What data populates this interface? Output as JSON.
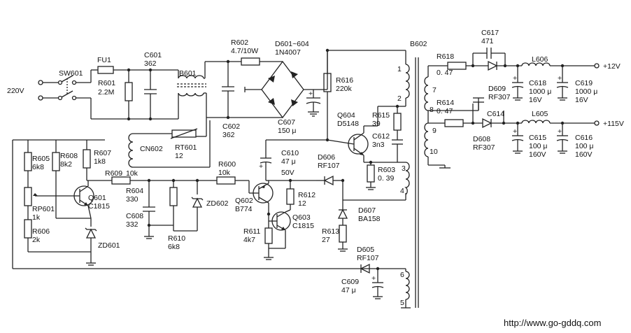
{
  "components": {
    "sw601": "SW601",
    "fu1": "FU1",
    "r601": "R601",
    "r601_v": "2.2M",
    "c601": "C601",
    "c601_v": "362",
    "b601": "B601",
    "r602": "R602",
    "r602_v": "4.7/10W",
    "d601_604": "D601~604",
    "d601_604_v": "1N4007",
    "c607": "C607",
    "c607_v": "150 μ",
    "c602": "C602",
    "c602_v": "362",
    "rt601": "RT601",
    "rt601_v": "12",
    "cn602": "CN602",
    "r605": "R605",
    "r605_v": "6k8",
    "r608": "R608",
    "r608_v": "8k2",
    "r607": "R607",
    "r607_v": "1k8",
    "r609": "R609",
    "r609_v": "10k",
    "q601": "Q601",
    "q601_v": "C1815",
    "rp601": "RP601",
    "rp601_v": "1k",
    "r606": "R606",
    "r606_v": "2k",
    "zd601": "ZD601",
    "r604": "R604",
    "r604_v": "330",
    "c608": "C608",
    "c608_v": "332",
    "r610": "R610",
    "r610_v": "6k8",
    "zd602": "ZD602",
    "r600": "R600",
    "r600_v": "10k",
    "q602": "Q602",
    "q602_v": "B774",
    "r611": "R611",
    "r611_v": "4k7",
    "q603": "Q603",
    "q603_v": "C1815",
    "c610": "C610",
    "c610_v": "47 μ",
    "c610_v2": "50V",
    "r612": "R612",
    "r612_v": "12",
    "d606": "D606",
    "d606_v": "RF107",
    "d607": "D607",
    "d607_v": "BA158",
    "r613": "R613",
    "r613_v": "27",
    "r616": "R616",
    "r616_v": "220k",
    "q604": "Q604",
    "q604_v": "D5148",
    "r615": "R615",
    "r615_v": "39",
    "c612": "C612",
    "c612_v": "3n3",
    "r603": "R603",
    "r603_v": "0. 39",
    "b602": "B602",
    "d605": "D605",
    "d605_v": "RF107",
    "c609": "C609",
    "c609_v": "47 μ",
    "r618": "R618",
    "r618_v": "0. 47",
    "c617": "C617",
    "c617_v": "471",
    "d609": "D609",
    "d609_v": "RF307",
    "l606": "L606",
    "c618": "C618",
    "c618_v": "1000 μ",
    "c618_v2": "16V",
    "c619": "C619",
    "c619_v": "1000 μ",
    "c619_v2": "16V",
    "r614": "R614",
    "r614_v": "0. 47",
    "c614": "C614",
    "d608": "D608",
    "d608_v": "RF307",
    "l605": "L605",
    "c615": "C615",
    "c615_v": "100 μ",
    "c615_v2": "160V",
    "c616": "C616",
    "c616_v": "100 μ",
    "c616_v2": "160V"
  },
  "pins": [
    "1",
    "2",
    "3",
    "4",
    "5",
    "6",
    "7",
    "8",
    "9",
    "10"
  ],
  "ac_input": "220V",
  "outputs": {
    "plus12": "+12V",
    "plus115": "+115V"
  },
  "watermark": "http://www.go-gddq.com"
}
